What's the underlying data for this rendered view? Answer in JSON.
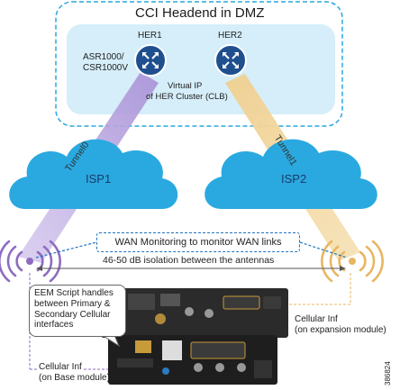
{
  "headend": {
    "title": "CCI Headend in DMZ",
    "her1": "HER1",
    "her2": "HER2",
    "platform_line1": "ASR1000/",
    "platform_line2": "CSR1000V",
    "vip_line1": "Virtual IP",
    "vip_line2": "of HER Cluster (CLB)"
  },
  "isps": {
    "isp1": "ISP1",
    "isp2": "ISP2"
  },
  "tunnels": {
    "tunnel0": "Tunnel0",
    "tunnel1": "Tunnel1"
  },
  "wan_monitoring": "WAN Monitoring to monitor WAN links",
  "isolation": "46-50 dB isolation between the antennas",
  "eem": {
    "line1": "EEM Script handles",
    "line2": "between Primary &",
    "line3": "Secondary Cellular",
    "line4": "interfaces"
  },
  "cellular_expansion": {
    "line1": "Cellular Inf",
    "line2": "(on expansion module)"
  },
  "cellular_base": {
    "line1": "Cellular Inf",
    "line2": "(on Base module)"
  },
  "figure_code": "386824",
  "colors": {
    "dmz_border": "#29a7df",
    "dmz_fill": "#d5eef9",
    "cloud": "#2aa9e0",
    "router": "#1f4f8f",
    "tunnel0": "#b39ddb",
    "tunnel1": "#f2d49a",
    "antenna_left": "#8e6bbf",
    "antenna_right": "#e8b660",
    "wan_dash": "#1e73be"
  }
}
